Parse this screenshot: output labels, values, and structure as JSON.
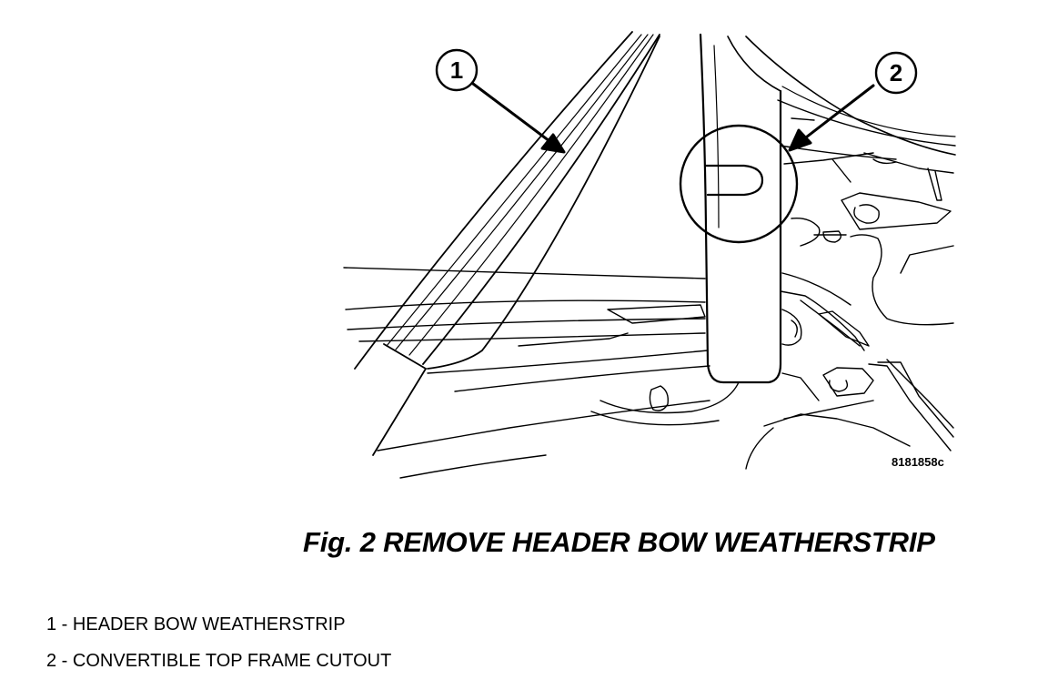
{
  "figure": {
    "caption": "Fig. 2 REMOVE HEADER BOW WEATHERSTRIP",
    "figure_id": "8181858c",
    "callouts": [
      {
        "number": "1"
      },
      {
        "number": "2"
      }
    ]
  },
  "legend": [
    {
      "number": "1",
      "separator": " - ",
      "label": "HEADER BOW WEATHERSTRIP"
    },
    {
      "number": "2",
      "separator": " - ",
      "label": "CONVERTIBLE TOP FRAME CUTOUT"
    }
  ],
  "colors": {
    "ink": "#000000",
    "paper": "#ffffff"
  }
}
